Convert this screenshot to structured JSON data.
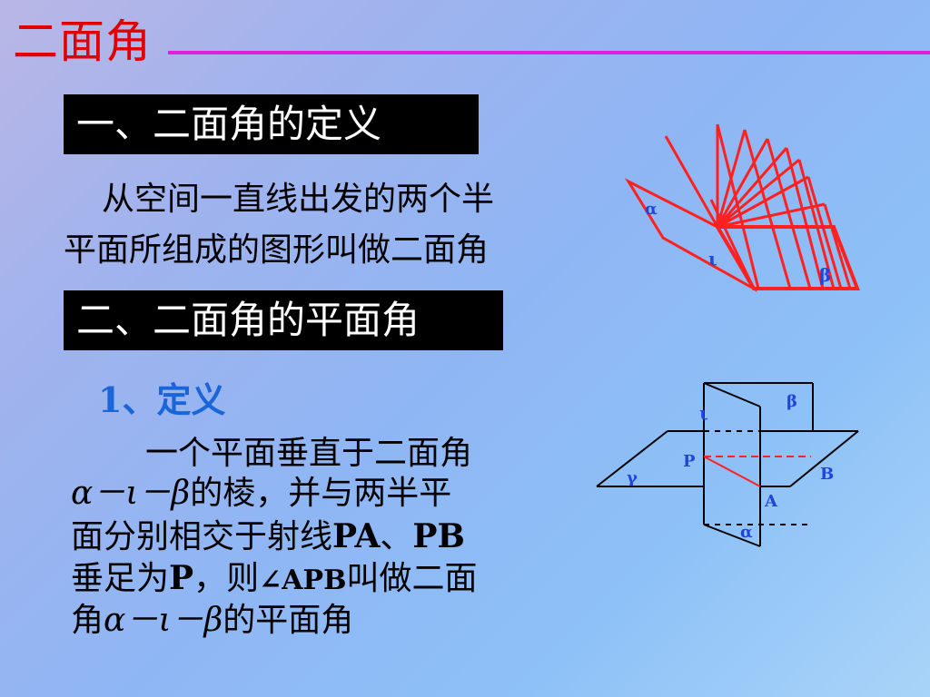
{
  "title": "二面角",
  "section1": {
    "heading": "一、二面角的定义",
    "line1": "从空间一直线出发的两个半",
    "line2": "平面所组成的图形叫做二面角"
  },
  "section2": {
    "heading": "二、二面角的平面角",
    "subheading": "1、定义",
    "line1": "一个平面垂直于二面角",
    "line2_math": "α－ι－β",
    "line2_text": "的棱，并与两半平",
    "line3_text": "面分别相交于射线",
    "line3_pa": "PA",
    "line3_sep": "、",
    "line3_pb": "PB",
    "line4_text1": "垂足为",
    "line4_p": "P",
    "line4_comma": "，则",
    "line4_angle": "∠APB",
    "line4_text2": "叫做二面",
    "line5_text1": "角",
    "line5_math": "α－ι－β",
    "line5_text2": "的平面角"
  },
  "figure1": {
    "label_alpha": "α",
    "label_iota": "ι",
    "label_beta": "β"
  },
  "figure2": {
    "label_beta": "β",
    "label_iota": "ι",
    "label_P": "P",
    "label_B": "B",
    "label_gamma": "γ",
    "label_A": "A",
    "label_alpha": "α"
  },
  "colors": {
    "title": "#e00000",
    "rule": "#e020d8",
    "subhead": "#1a66d9",
    "label": "#2244dd",
    "figure_red": "#ff2020"
  }
}
